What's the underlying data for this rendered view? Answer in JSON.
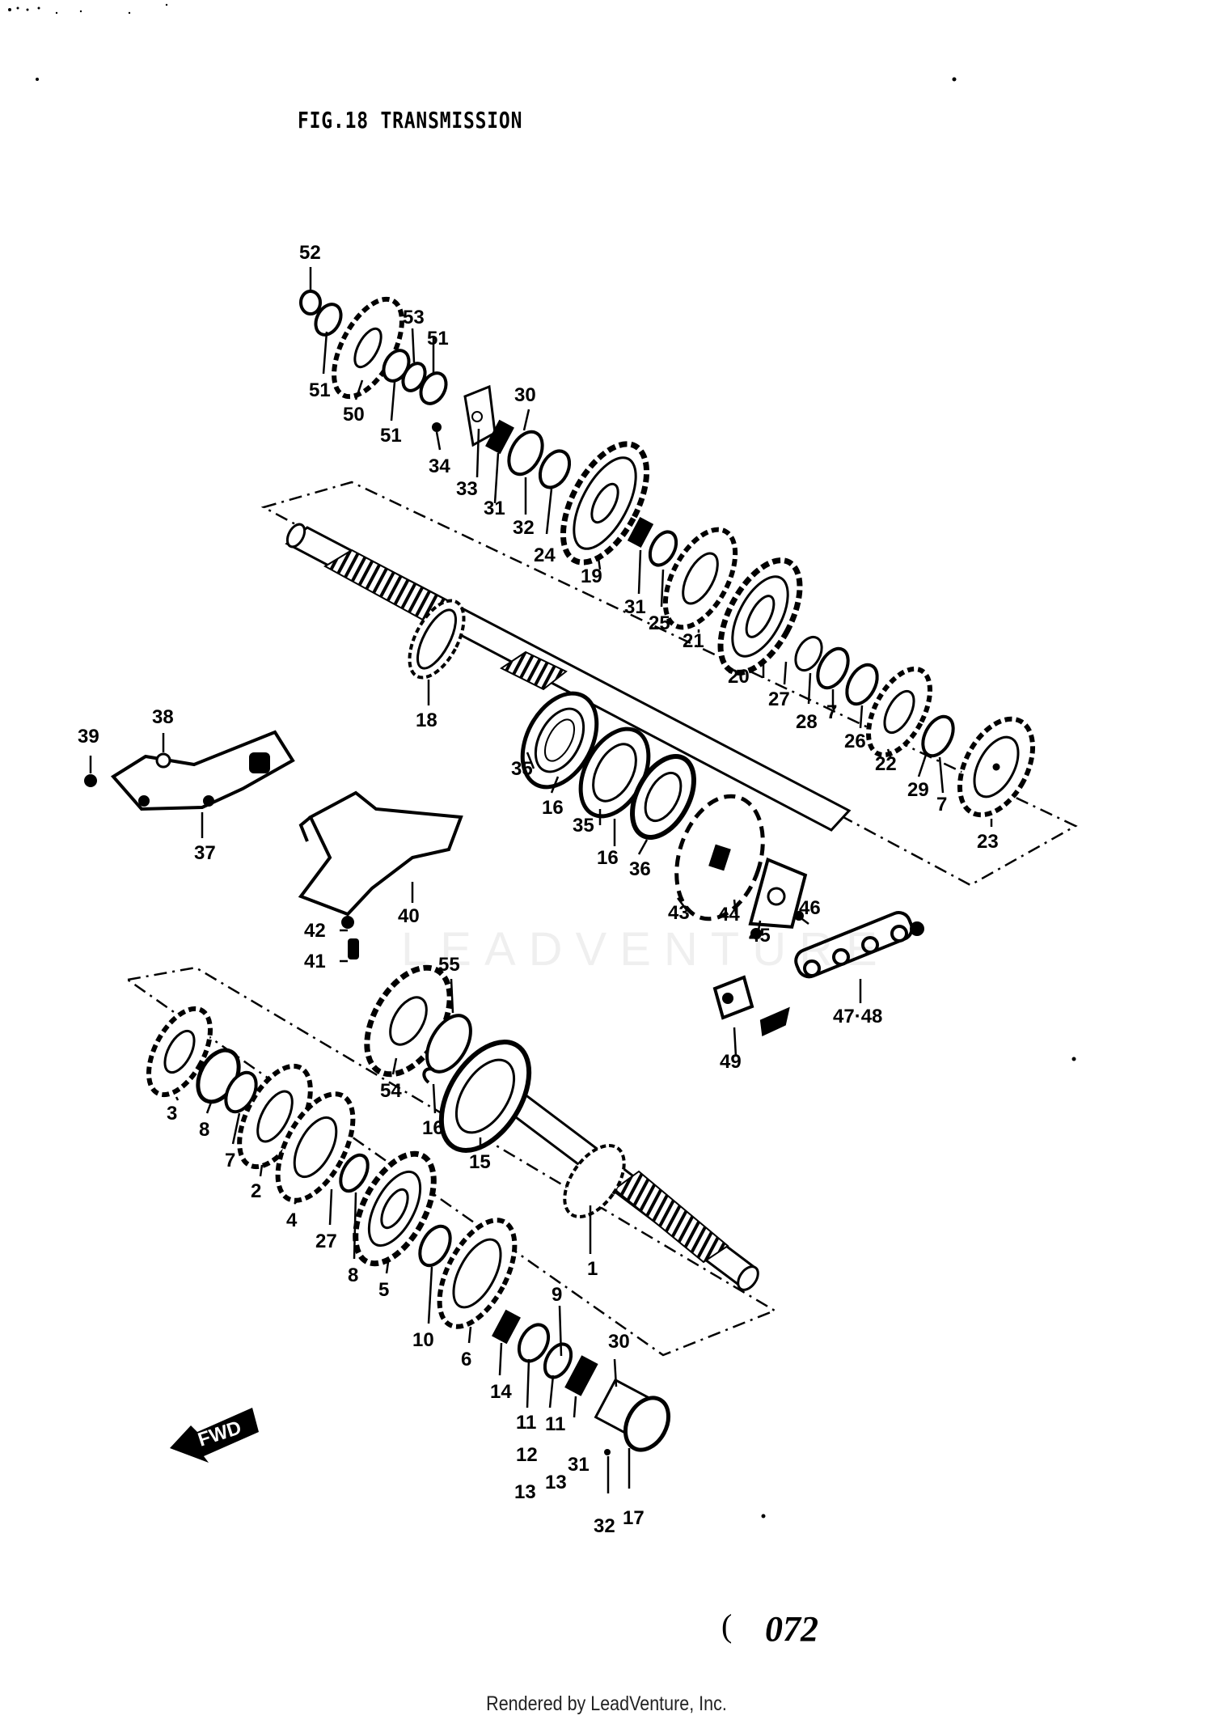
{
  "title": "FIG.18  TRANSMISSION",
  "page_number": "072",
  "page_paren": "(",
  "footer": "Rendered by LeadVenture, Inc.",
  "watermark": "LEADVENTURE",
  "fwd_label": "FWD",
  "callouts": {
    "c52": "52",
    "c51a": "51",
    "c50": "50",
    "c53": "53",
    "c51b": "51",
    "c51c": "51",
    "c30a": "30",
    "c34": "34",
    "c33": "33",
    "c31a": "31",
    "c32a": "32",
    "c24": "24",
    "c19": "19",
    "c31b": "31",
    "c25": "25",
    "c21": "21",
    "c20": "20",
    "c27a": "27",
    "c28": "28",
    "c7a": "7",
    "c26": "26",
    "c22": "22",
    "c29": "29",
    "c7b": "7",
    "c23": "23",
    "c18": "18",
    "c35a": "35",
    "c16a": "16",
    "c35b": "35",
    "c16b": "16",
    "c36": "36",
    "c43": "43",
    "c44": "44",
    "c45": "45",
    "c46": "46",
    "c4748": "47·48",
    "c49": "49",
    "c39": "39",
    "c38": "38",
    "c37": "37",
    "c40": "40",
    "c42": "42",
    "c41": "41",
    "c55": "55",
    "c54": "54",
    "c16c": "16",
    "c15": "15",
    "c1": "1",
    "c3": "3",
    "c8a": "8",
    "c7c": "7",
    "c2": "2",
    "c4": "4",
    "c27b": "27",
    "c8b": "8",
    "c5": "5",
    "c10": "10",
    "c6": "6",
    "c9": "9",
    "c14": "14",
    "c11a": "11",
    "c12": "12",
    "c13a": "13",
    "c11b": "11",
    "c13b": "13",
    "c31c": "31",
    "c30b": "30",
    "c32b": "32",
    "c17": "17"
  }
}
